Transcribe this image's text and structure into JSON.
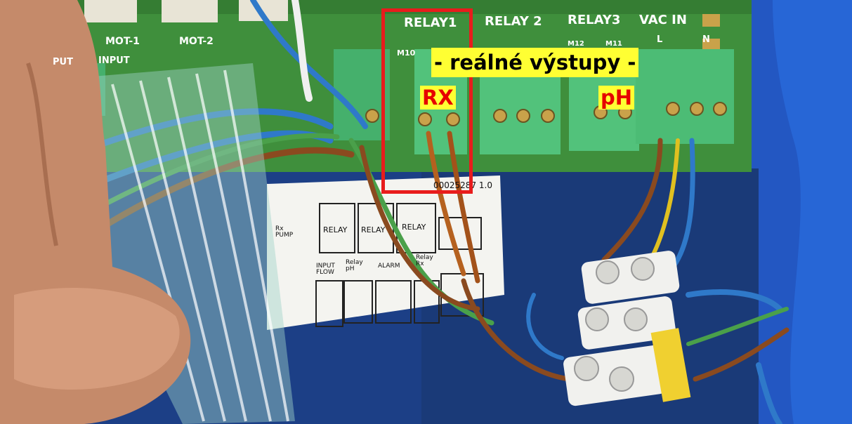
{
  "overlay": {
    "title": "- reálné výstupy -",
    "rx": "RX",
    "ph": "pH"
  },
  "pcb_labels": {
    "relay1": "RELAY1",
    "relay2": "RELAY 2",
    "relay3": "RELAY3",
    "vac_in": "VAC IN",
    "mot1": "MOT-1",
    "mot2": "MOT-2",
    "input": "INPUT",
    "put": "PUT",
    "m10": "M10",
    "m12": "M12",
    "m11": "M11",
    "l": "L",
    "n": "N"
  },
  "sheet_labels": {
    "code": "00025287 1.0",
    "relay_a": "RELAY",
    "relay_b": "RELAY",
    "relay_c": "RELAY",
    "rx_pump": "Rx\nPUMP",
    "input_flow": "INPUT\nFLOW",
    "relay_ph": "Relay\npH",
    "alarm": "ALARM",
    "relay_rx": "Relay\nRx"
  },
  "colors": {
    "highlight_border": "#e81c1c",
    "label_bg": "#ffff33",
    "label_text_red": "#e60000",
    "pcb_green": "#3c8c3a",
    "terminal_green": "#4ec47a",
    "enclosure_blue": "#1f4fa8"
  }
}
